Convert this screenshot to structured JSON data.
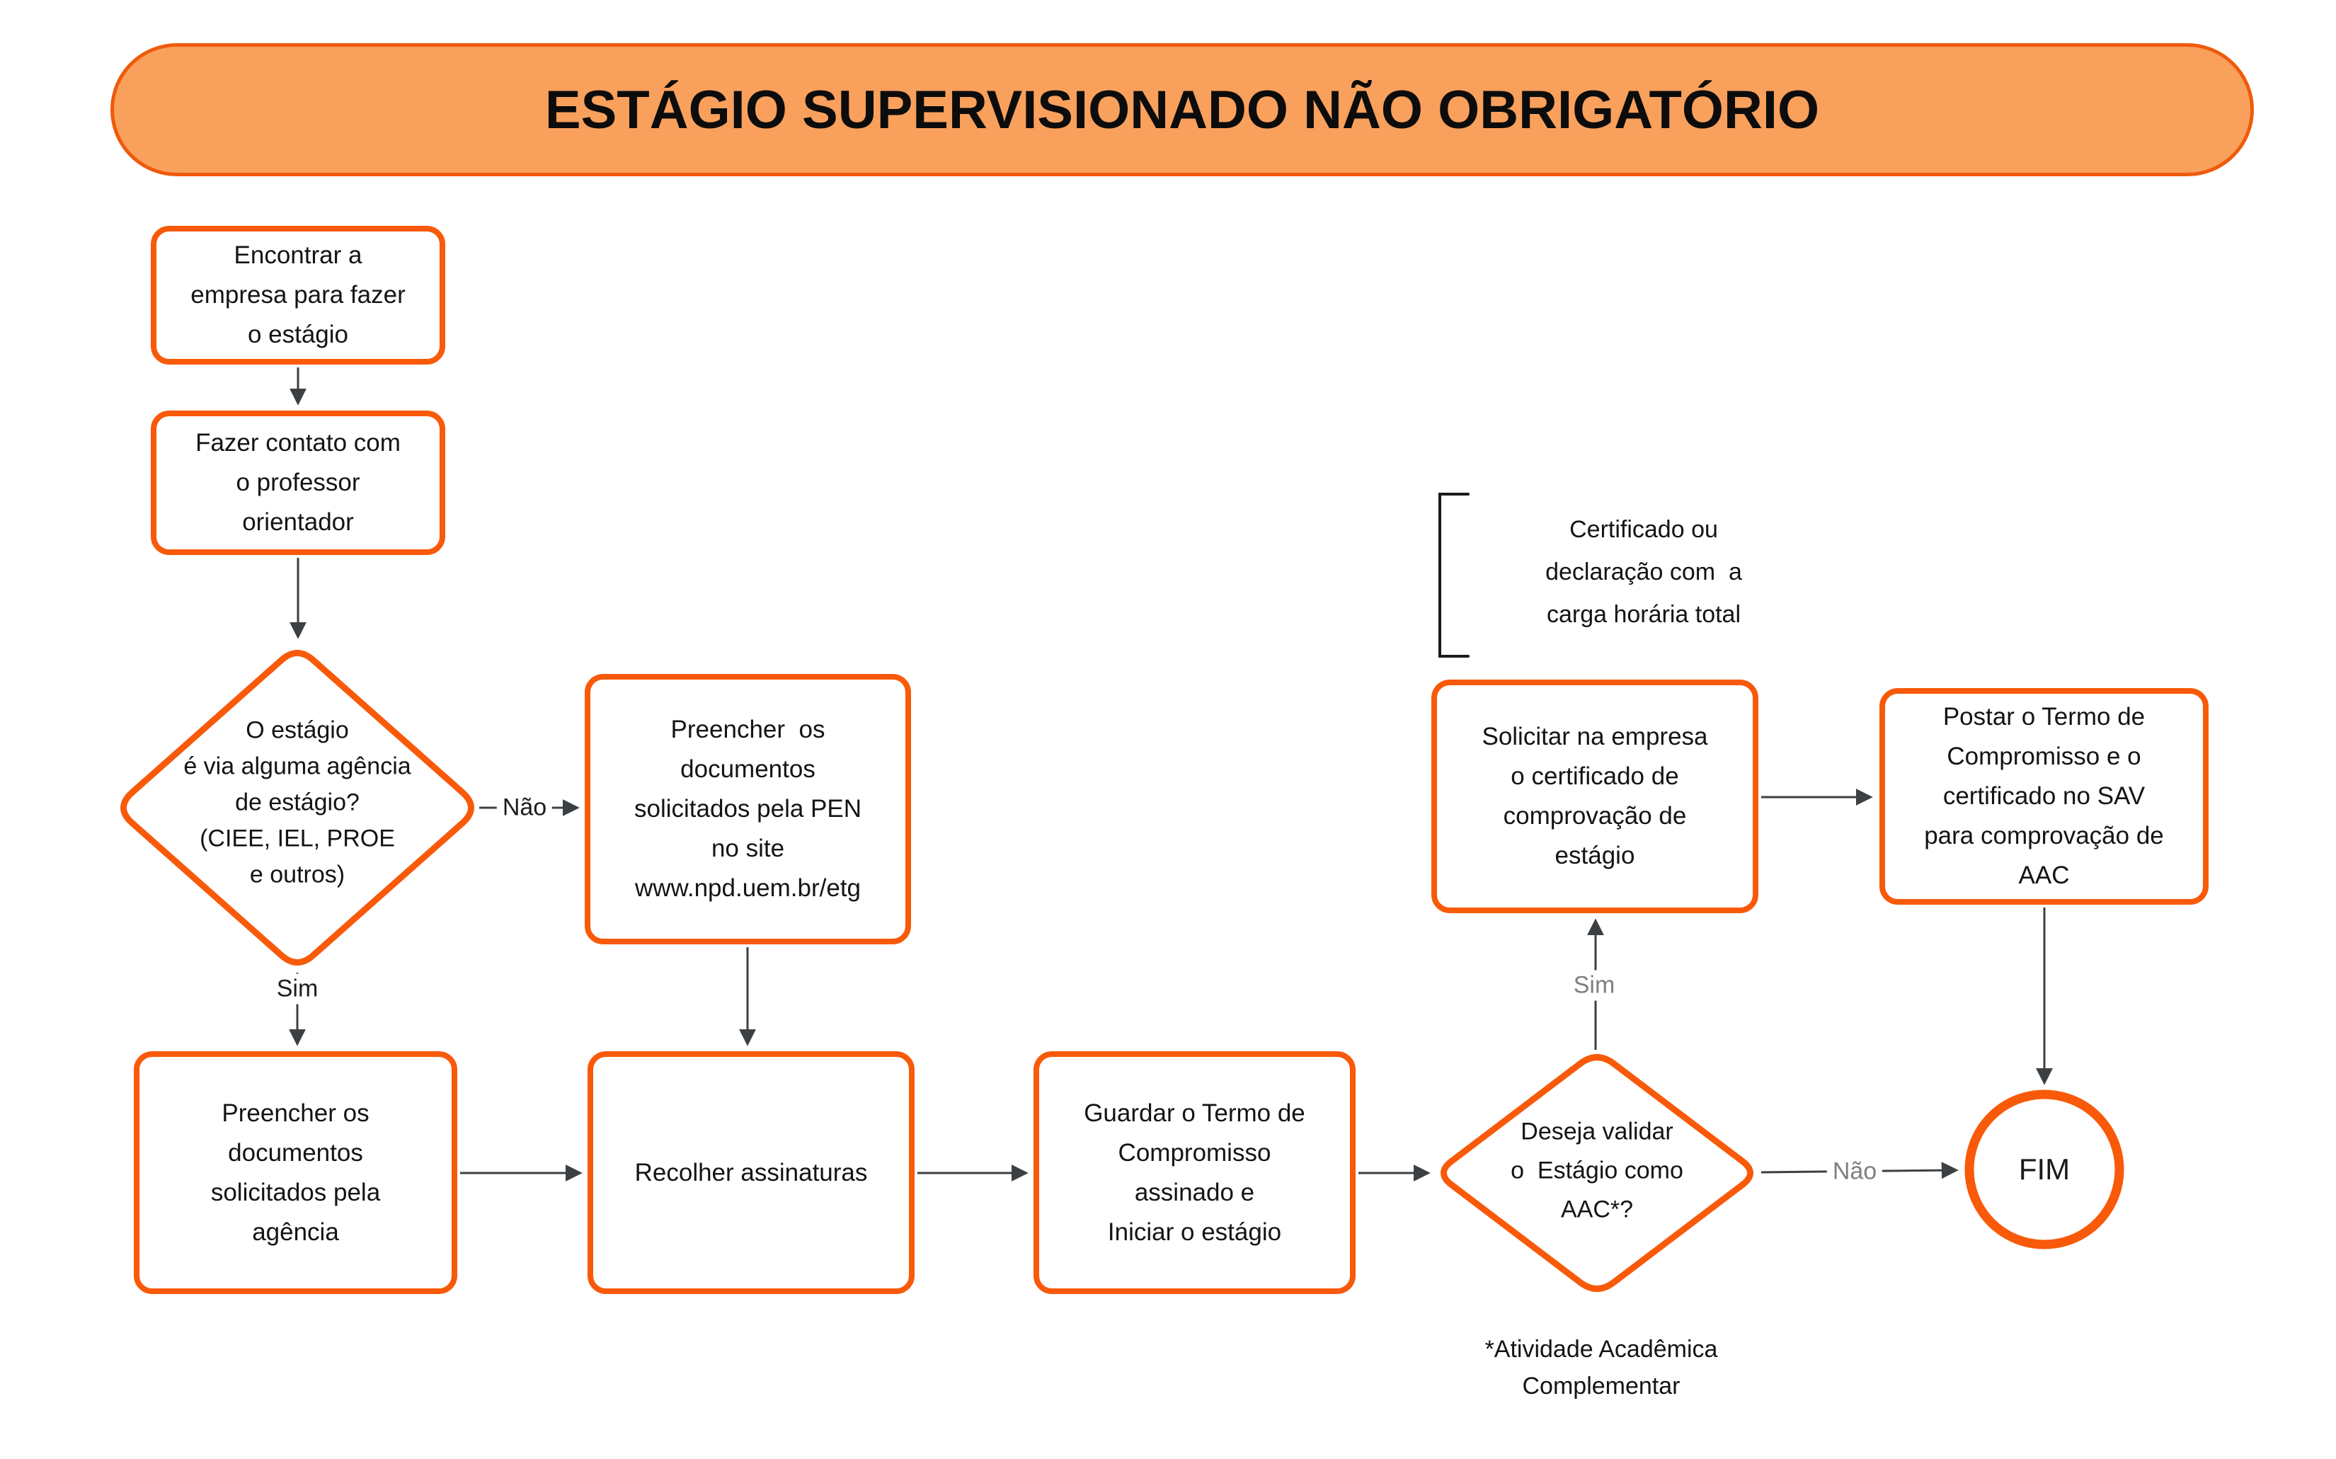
{
  "title": "ESTÁGIO SUPERVISIONADO NÃO OBRIGATÓRIO",
  "colors": {
    "shape_border_orange": "#F85A0A",
    "banner_fill": "#F9A05C",
    "banner_border": "#EF5A0B",
    "connector_gray": "#3C4043",
    "edge_label_gray": "#7F7F7F",
    "text_black": "#141414"
  },
  "nodes": {
    "find_company": {
      "text": "Encontrar a\nempresa para fazer\no estágio"
    },
    "contact_professor": {
      "text": "Fazer contato com\no professor\norientador"
    },
    "agency_decision": {
      "text": "O estágio\né via alguma agência\nde estágio?\n(CIEE, IEL, PROE\ne outros)"
    },
    "fill_docs_pen": {
      "text": "Preencher  os\ndocumentos\nsolicitados pela PEN\nno site\nwww.npd.uem.br/etg"
    },
    "fill_docs_agency": {
      "text": "Preencher os\ndocumentos\nsolicitados pela\nagência"
    },
    "collect_signatures": {
      "text": "Recolher assinaturas"
    },
    "keep_term_start": {
      "text": "Guardar o Termo de\nCompromisso\nassinado e\nIniciar o estágio"
    },
    "validate_aac_decision": {
      "text": "Deseja validar\no  Estágio como\nAAC*?"
    },
    "request_certificate": {
      "text": "Solicitar na empresa\no certificado de\ncomprovação de\nestágio"
    },
    "post_sav": {
      "text": "Postar o Termo de\nCompromisso e o\ncertificado no SAV\npara comprovação de\nAAC"
    },
    "end": {
      "text": "FIM"
    }
  },
  "edge_labels": {
    "sim1": "Sim",
    "nao1": "Não",
    "sim2": "Sim",
    "nao2": "Não"
  },
  "annotations": {
    "certificate_note": "Certificado ou\ndeclaração com  a\ncarga horária total",
    "aac_footnote": "*Atividade Acadêmica\nComplementar"
  }
}
